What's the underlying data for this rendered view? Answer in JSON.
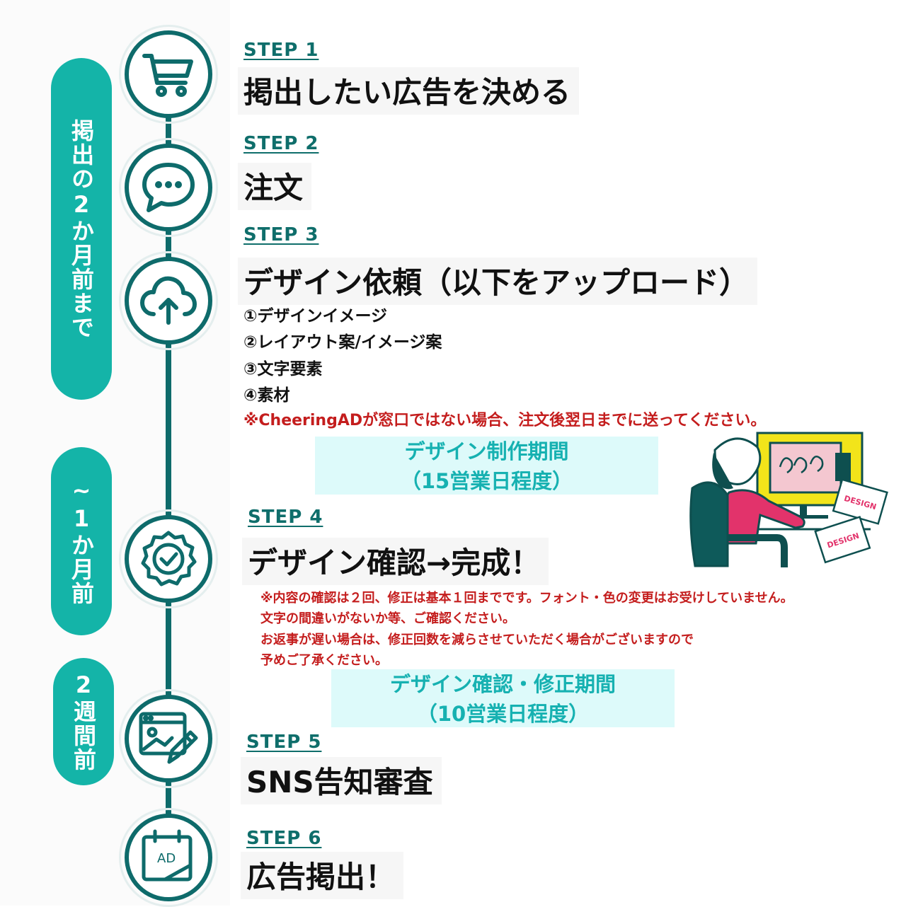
{
  "phases": [
    {
      "label": "掲出の2か月前まで"
    },
    {
      "label": "~1か月前"
    },
    {
      "label": "2週間前"
    }
  ],
  "steps": [
    {
      "label": "STEP 1",
      "title": "掲出したい広告を決める",
      "icon": "cart-icon"
    },
    {
      "label": "STEP 2",
      "title": "注文",
      "icon": "chat-bubble-icon"
    },
    {
      "label": "STEP 3",
      "title": "デザイン依頼（以下をアップロード）",
      "icon": "cloud-upload-icon"
    },
    {
      "label": "STEP 4",
      "title": "デザイン確認→完成！",
      "icon": "badge-check-icon"
    },
    {
      "label": "STEP 5",
      "title": "SNS告知審査",
      "icon": "image-edit-icon"
    },
    {
      "label": "STEP 6",
      "title": "広告掲出！",
      "icon": "calendar-ad-icon",
      "icon_text": "AD"
    }
  ],
  "step3_items": [
    "①デザインイメージ",
    "②レイアウト案/イメージ案",
    "③文字要素",
    "④素材"
  ],
  "step3_note": "※CheeringADが窓口ではない場合、注文後翌日までに送ってください。",
  "design_period": {
    "line1": "デザイン制作期間",
    "line2": "（15営業日程度）"
  },
  "step4_notes": [
    "※内容の確認は２回、修正は基本１回までです。フォント・色の変更はお受けしていません。",
    "文字の間違いがないか等、ご確認ください。",
    "お返事が遅い場合は、修正回数を減らさせていただく場合がございますので",
    "予めご了承ください。"
  ],
  "review_period": {
    "line1": "デザイン確認・修正期間",
    "line2": "（10営業日程度）"
  },
  "illustration": {
    "sheet_text_1": "DESIGN",
    "sheet_text_2": "DESIGN"
  },
  "colors": {
    "teal": "#14b4a8",
    "dark_teal": "#0e6b6b",
    "red": "#c41d1d",
    "light_cyan": "#ddfafa"
  }
}
